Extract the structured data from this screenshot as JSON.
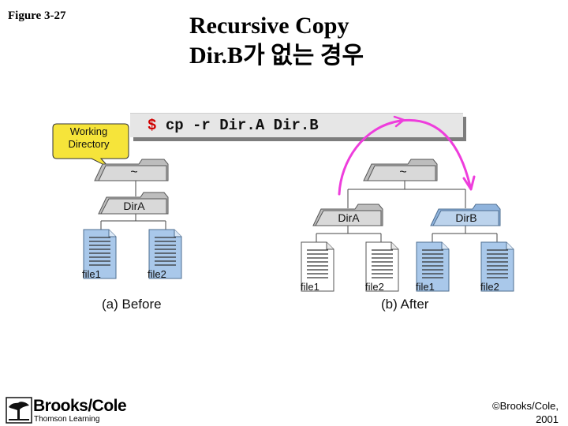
{
  "figure_label": "Figure 3-27",
  "title": {
    "line1": "Recursive Copy",
    "line2": "Dir.B가 없는 경우"
  },
  "command": {
    "prompt": "$",
    "text": "cp -r Dir.A Dir.B"
  },
  "callout": {
    "line1": "Working",
    "line2": "Directory"
  },
  "panel_a": {
    "home": "~",
    "dir": "DirA",
    "files": [
      "file1",
      "file2"
    ],
    "caption": "(a) Before"
  },
  "panel_b": {
    "home": "~",
    "dirs": [
      "DirA",
      "DirB"
    ],
    "files": [
      "file1",
      "file2",
      "file1",
      "file2"
    ],
    "caption": "(b) After"
  },
  "colors": {
    "folder_gray": "#d9d9d9",
    "folder_blue": "#bcd3ec",
    "file_blue": "#a9c8ea",
    "callout_yellow": "#f6e43a",
    "arrow_magenta": "#ee3ddc"
  },
  "logo": {
    "name": "Brooks/Cole",
    "sub": "Thomson Learning"
  },
  "copyright": {
    "line1": "©Brooks/Cole,",
    "line2": "2001"
  }
}
